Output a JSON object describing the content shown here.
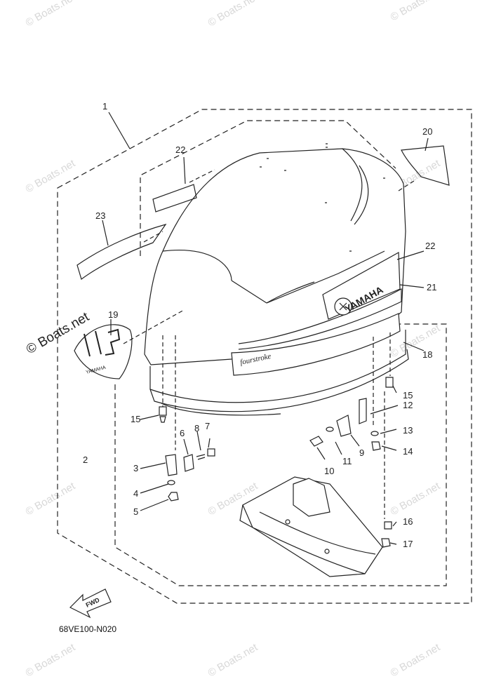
{
  "diagram": {
    "reference_code": "68VE100-N020",
    "fwd_label": "FWD",
    "decal_text_yamaha": "YAMAHA",
    "decal_text_fourstroke": "fourstroke",
    "decal_text_model": "115",
    "watermark_text": "© Boats.net",
    "callouts": [
      "1",
      "2",
      "3",
      "4",
      "5",
      "6",
      "7",
      "8",
      "9",
      "10",
      "11",
      "12",
      "13",
      "14",
      "15",
      "15",
      "16",
      "17",
      "18",
      "19",
      "20",
      "21",
      "22",
      "22",
      "23"
    ]
  }
}
